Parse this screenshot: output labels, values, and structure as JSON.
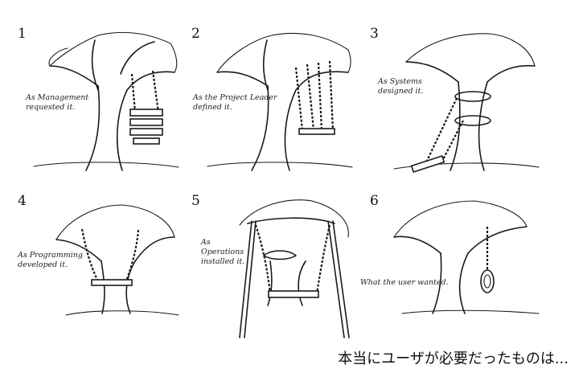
{
  "panels": [
    {
      "number": "1",
      "caption": "As Management\nrequested it."
    },
    {
      "number": "2",
      "caption": "As the Project Leader\ndefined it."
    },
    {
      "number": "3",
      "caption": "As Systems\ndesigned it."
    },
    {
      "number": "4",
      "caption": "As Programming\ndeveloped it."
    },
    {
      "number": "5",
      "caption": "As\nOperations\ninstalled it."
    },
    {
      "number": "6",
      "caption": "What the user wanted."
    }
  ],
  "bottom_caption": "本当にユーザが必要だったものは..."
}
